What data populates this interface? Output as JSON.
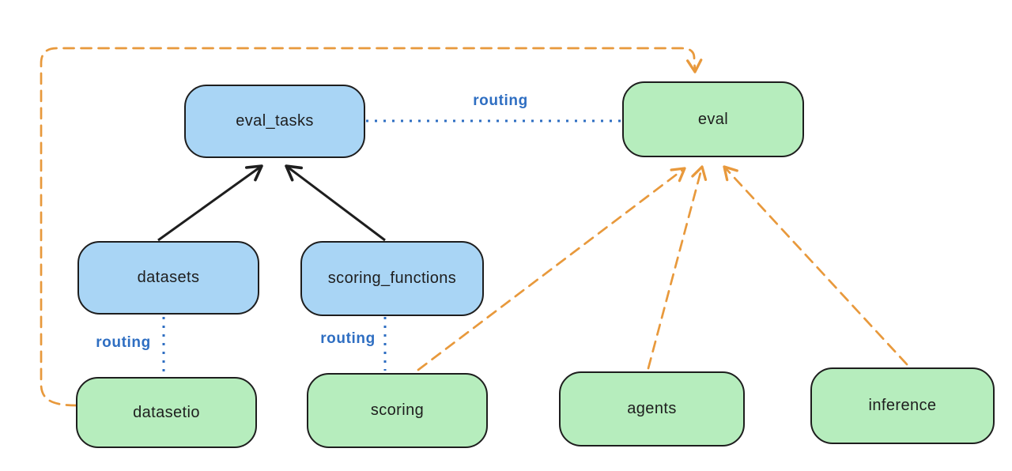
{
  "diagram": {
    "type": "architecture-flow-diagram",
    "style": "hand-drawn",
    "background": "#ffffff",
    "colors": {
      "registry_fill": "#a9d5f5",
      "provider_fill": "#b6edbd",
      "node_border": "#1e1e1e",
      "solid_edge": "#1e1e1e",
      "routing_edge": "#2e6ec2",
      "dashed_edge": "#e8993c"
    },
    "nodes": [
      {
        "id": "eval_tasks",
        "label": "eval_tasks",
        "kind": "blue"
      },
      {
        "id": "eval",
        "label": "eval",
        "kind": "green"
      },
      {
        "id": "datasets",
        "label": "datasets",
        "kind": "blue"
      },
      {
        "id": "scoring_functions",
        "label": "scoring_functions",
        "kind": "blue"
      },
      {
        "id": "datasetio",
        "label": "datasetio",
        "kind": "green"
      },
      {
        "id": "scoring",
        "label": "scoring",
        "kind": "green"
      },
      {
        "id": "agents",
        "label": "agents",
        "kind": "green"
      },
      {
        "id": "inference",
        "label": "inference",
        "kind": "green"
      }
    ],
    "edges": [
      {
        "from": "datasets",
        "to": "eval_tasks",
        "style": "solid-black-arrow",
        "label": ""
      },
      {
        "from": "scoring_functions",
        "to": "eval_tasks",
        "style": "solid-black-arrow",
        "label": ""
      },
      {
        "from": "eval_tasks",
        "to": "eval",
        "style": "blue-dotted",
        "label": "routing"
      },
      {
        "from": "datasets",
        "to": "datasetio",
        "style": "blue-dotted",
        "label": "routing"
      },
      {
        "from": "scoring_functions",
        "to": "scoring",
        "style": "blue-dotted",
        "label": "routing"
      },
      {
        "from": "datasetio",
        "to": "eval",
        "style": "orange-dashed-arrow",
        "label": ""
      },
      {
        "from": "scoring",
        "to": "eval",
        "style": "orange-dashed-arrow",
        "label": ""
      },
      {
        "from": "agents",
        "to": "eval",
        "style": "orange-dashed-arrow",
        "label": ""
      },
      {
        "from": "inference",
        "to": "eval",
        "style": "orange-dashed-arrow",
        "label": ""
      }
    ]
  }
}
